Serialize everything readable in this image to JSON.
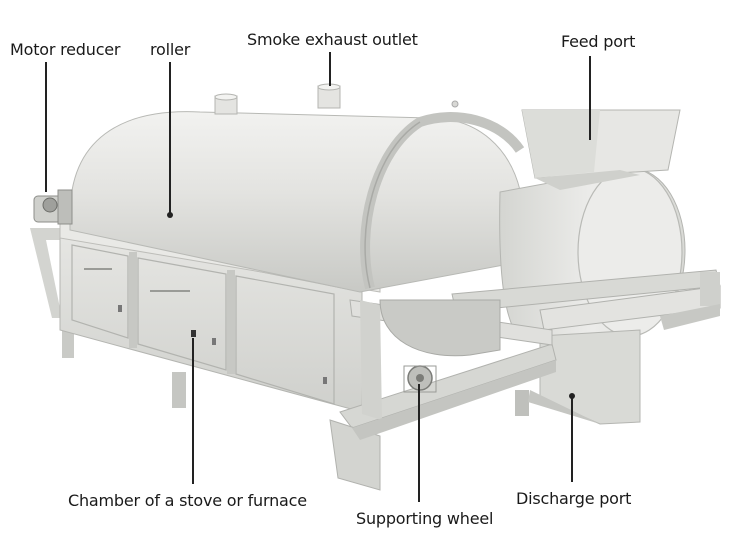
{
  "labels": {
    "motor_reducer": "Motor reducer",
    "roller": "roller",
    "smoke_exhaust_outlet": "Smoke exhaust outlet",
    "feed_port": "Feed port",
    "chamber": "Chamber of a stove or furnace",
    "supporting_wheel": "Supporting wheel",
    "discharge_port": "Discharge port"
  },
  "colors": {
    "machine_body": "#dedfdc",
    "machine_shadow": "#b9bab6",
    "leader_line": "#222222",
    "text": "#1a1a1a"
  }
}
